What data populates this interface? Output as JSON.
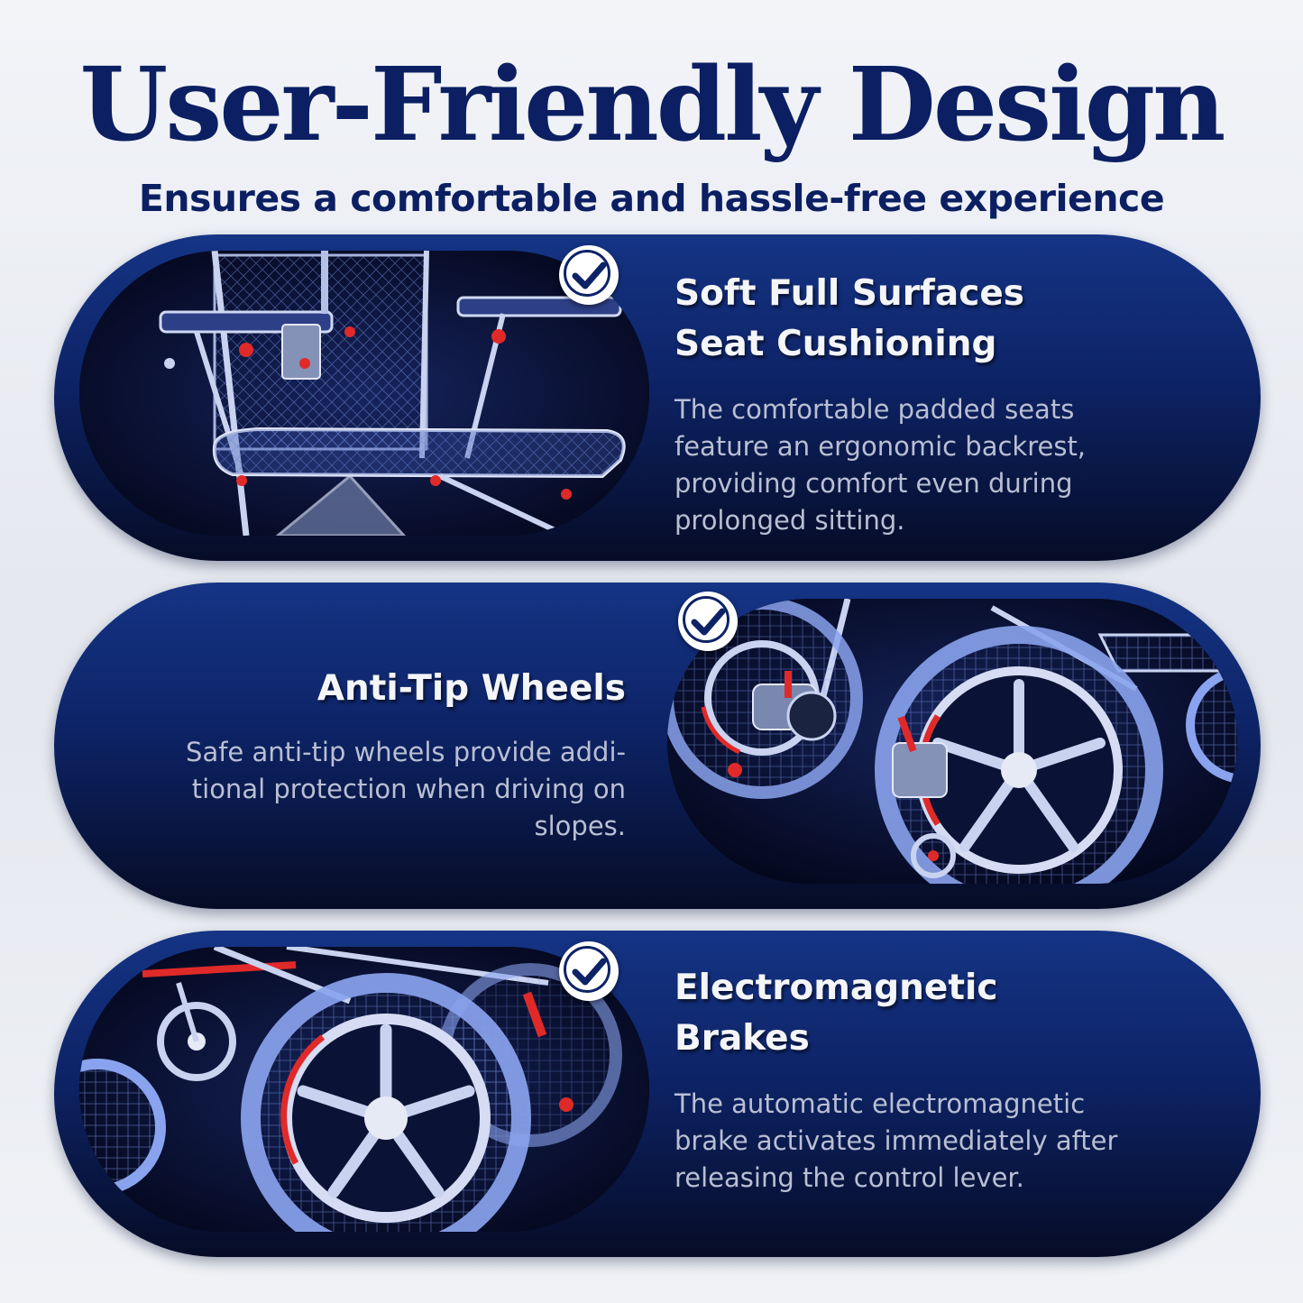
{
  "header": {
    "title": "User-Friendly Design",
    "subtitle": "Ensures a comfortable and hassle-free experience"
  },
  "features": [
    {
      "title_lines": [
        "Soft Full Surfaces",
        "Seat Cushioning"
      ],
      "desc_lines": [
        "The comfortable padded seats",
        "feature an ergonomic backrest,",
        "providing comfort even during",
        "prolonged sitting."
      ],
      "image_subject": "wheelchair-seat",
      "check_icon": "check-circle-icon"
    },
    {
      "title_lines": [
        "Anti-Tip Wheels"
      ],
      "desc_lines": [
        "Safe anti-tip wheels provide addi-",
        "tional protection when driving on",
        "slopes."
      ],
      "image_subject": "wheelchair-wheels",
      "check_icon": "check-circle-icon"
    },
    {
      "title_lines": [
        "Electromagnetic",
        "Brakes"
      ],
      "desc_lines": [
        "The automatic electromagnetic",
        "brake activates immediately after",
        "releasing the control lever."
      ],
      "image_subject": "wheelchair-brake-wheel",
      "check_icon": "check-circle-icon"
    }
  ],
  "colors": {
    "navy": "#0b1f62",
    "card_top": "#153485",
    "card_bottom": "#060c26",
    "title_text": "#f4f5f8",
    "desc_text": "#b9bfd3",
    "accent_red": "#e02a2a",
    "wire_blue": "#5b7fe0"
  }
}
